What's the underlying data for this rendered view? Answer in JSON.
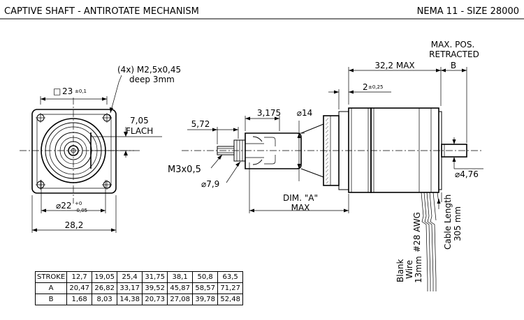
{
  "header": {
    "title": "CAPTIVE SHAFT - ANTIROTATE MECHANISM",
    "model": "NEMA 11 - SIZE 28000"
  },
  "front_view": {
    "square_sym": "□",
    "square_value": "23",
    "square_tol": "±0,1",
    "holes_label": "(4x) M2,5x0,45",
    "holes_depth": "deep 3mm",
    "flat_value": "7,05",
    "flat_label": "FLACH",
    "pilot_diam": "⌀22",
    "pilot_tol_upper": "+0",
    "pilot_tol_lower": "-0,05",
    "width": "28,2"
  },
  "side_view": {
    "retract_label_1": "MAX. POS.",
    "retract_label_2": "RETRACTED",
    "retract_letter": "B",
    "body_length": "32,2 MAX",
    "step_value": "2",
    "step_tol": "±0,25",
    "dim_3175": "3,175",
    "dim_572": "5,72",
    "dim_d14": "⌀14",
    "thread": "M3x0,5",
    "dim_d79": "⌀7,9",
    "dim_d476": "⌀4,76",
    "dim_a_1": "DIM. \"A\"",
    "dim_a_2": "MAX",
    "awg": "#28 AWG",
    "cable_1": "Cable Length",
    "cable_2": "305 mm",
    "blank_1": "Blank",
    "blank_2": "Wire",
    "blank_3": "13mm"
  },
  "table": {
    "headers": [
      "STROKE",
      "12,7",
      "19,05",
      "25,4",
      "31,75",
      "38,1",
      "50,8",
      "63,5"
    ],
    "rows": [
      {
        "label": "A",
        "values": [
          "20,47",
          "26,82",
          "33,17",
          "39,52",
          "45,87",
          "58,57",
          "71,27"
        ]
      },
      {
        "label": "B",
        "values": [
          "1,68",
          "8,03",
          "14,38",
          "20,73",
          "27,08",
          "39,78",
          "52,48"
        ]
      }
    ]
  }
}
